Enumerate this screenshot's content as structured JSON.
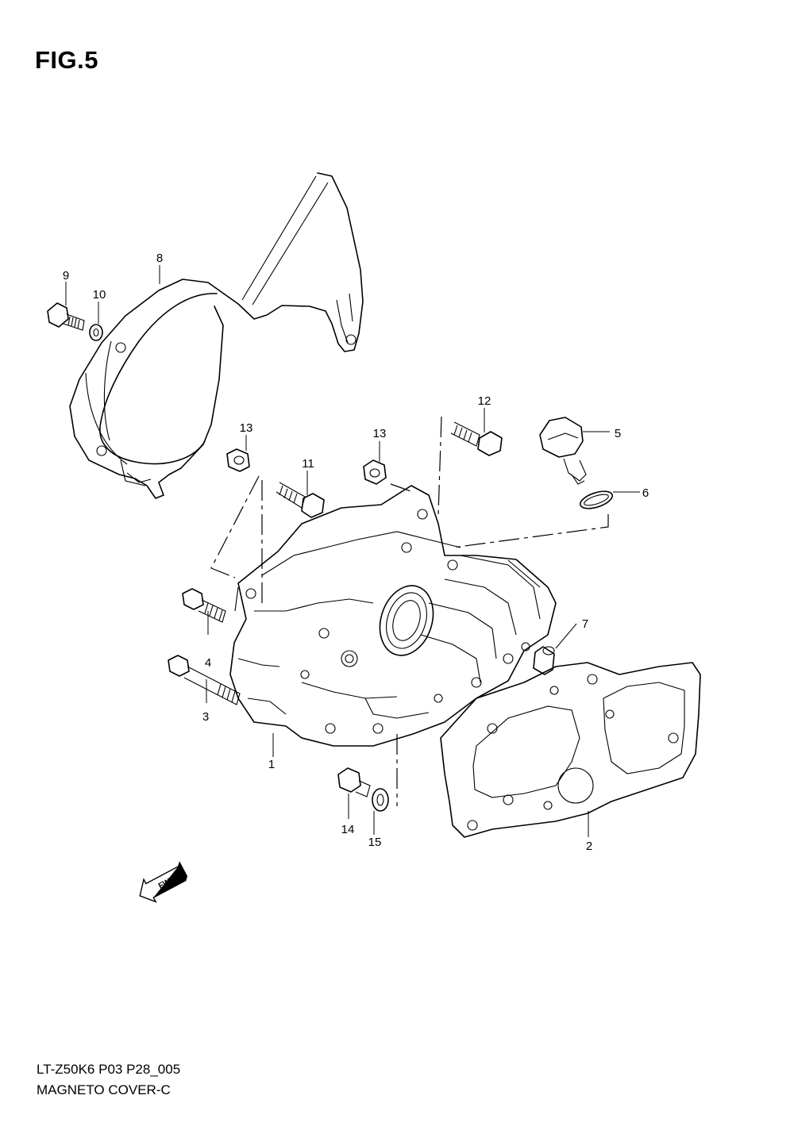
{
  "figure": {
    "title": "FIG.5"
  },
  "callouts": [
    {
      "id": "1",
      "label": "1"
    },
    {
      "id": "2",
      "label": "2"
    },
    {
      "id": "3",
      "label": "3"
    },
    {
      "id": "4",
      "label": "4"
    },
    {
      "id": "5",
      "label": "5"
    },
    {
      "id": "6",
      "label": "6"
    },
    {
      "id": "7",
      "label": "7"
    },
    {
      "id": "8",
      "label": "8"
    },
    {
      "id": "9",
      "label": "9"
    },
    {
      "id": "10",
      "label": "10"
    },
    {
      "id": "11",
      "label": "11"
    },
    {
      "id": "12",
      "label": "12"
    },
    {
      "id": "13a",
      "label": "13"
    },
    {
      "id": "13b",
      "label": "13"
    },
    {
      "id": "14",
      "label": "14"
    },
    {
      "id": "15",
      "label": "15"
    }
  ],
  "direction_arrow": {
    "label": "FWD"
  },
  "footer": {
    "model_code": "LT-Z50K6 P03 P28_005",
    "section_name": "MAGNETO COVER-C"
  }
}
